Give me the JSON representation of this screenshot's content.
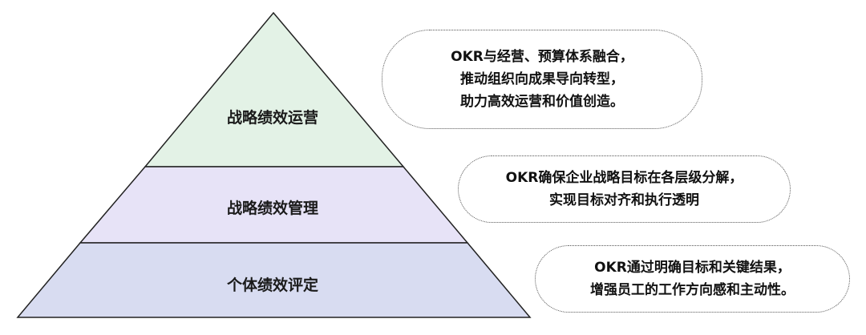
{
  "pyramid": {
    "tiers": [
      {
        "label": "战略绩效运营",
        "color": "#e3f2e6"
      },
      {
        "label": "战略绩效管理",
        "color": "#e7e3f7"
      },
      {
        "label": "个体绩效评定",
        "color": "#d8dcf1"
      }
    ],
    "stroke_color": "#222222"
  },
  "callouts": [
    {
      "lines": [
        "OKR与经营、预算体系融合，",
        "推动组织向成果导向转型，",
        "助力高效运营和价值创造。"
      ]
    },
    {
      "lines": [
        "OKR确保企业战略目标在各层级分解，",
        "实现目标对齐和执行透明"
      ]
    },
    {
      "lines": [
        "OKR通过明确目标和关键结果，",
        "增强员工的工作方向感和主动性。"
      ]
    }
  ]
}
